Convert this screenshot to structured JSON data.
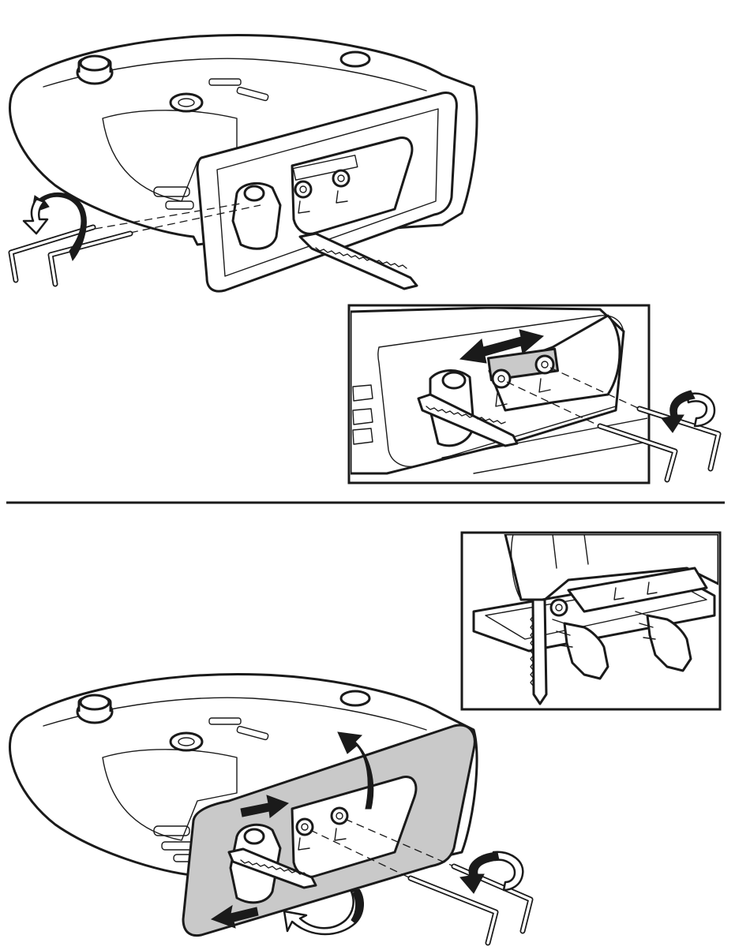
{
  "figure": {
    "panels": [
      {
        "id": "top",
        "subject": "jigsaw-base-loosening"
      },
      {
        "id": "top-detail",
        "subject": "base-slide-adjustment"
      },
      {
        "id": "bottom-detail",
        "subject": "blade-guide-roller"
      },
      {
        "id": "bottom",
        "subject": "base-tilt-adjustment"
      }
    ],
    "colors": {
      "ink": "#1a1a1a",
      "base_plate": "#c9c9c9",
      "paper": "#ffffff"
    },
    "icons": [
      "rotate-arrow-icon",
      "hex-key-icon",
      "double-arrow-icon",
      "push-arrow-icon",
      "pointing-hand-icon"
    ]
  }
}
